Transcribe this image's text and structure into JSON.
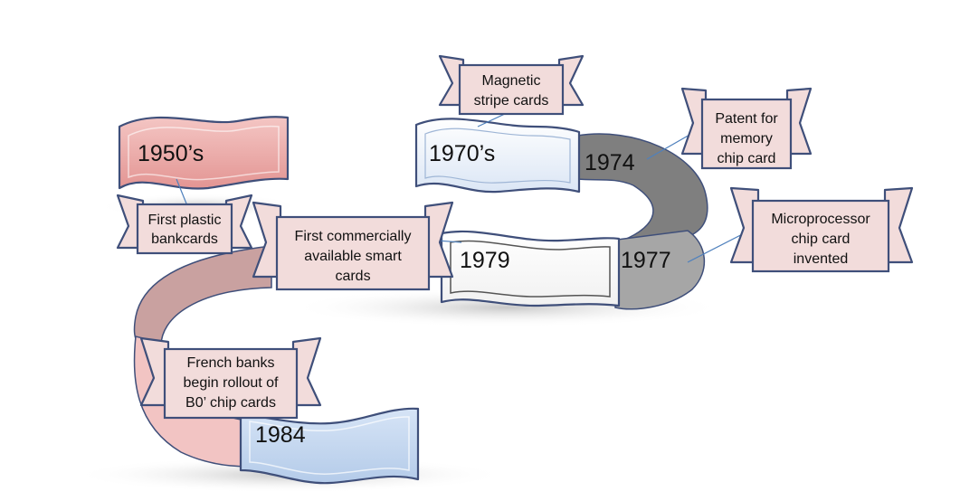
{
  "years": {
    "y1950": "1950’s",
    "y1970": "1970’s",
    "y1974": "1974",
    "y1977": "1977",
    "y1979": "1979",
    "y1984": "1984"
  },
  "events": {
    "first_plastic": [
      "First plastic",
      "bankcards"
    ],
    "magnetic_stripe": [
      "Magnetic",
      "stripe cards"
    ],
    "patent_memory": [
      "Patent for",
      "memory",
      "chip card"
    ],
    "microprocessor": [
      "Microprocessor",
      "chip card",
      "invented"
    ],
    "first_commercial": [
      "First commercially",
      "available smart",
      "cards"
    ],
    "french_banks": [
      "French banks",
      "begin rollout of",
      "B0’ chip cards"
    ]
  },
  "colors": {
    "ribbon_pink": "#e9a3a1",
    "ribbon_blue_light": "#e6effb",
    "ribbon_white": "#ffffff",
    "ribbon_blue": "#c6d9f1",
    "band_dark_gray": "#7f7f7f",
    "band_gray": "#a6a6a6",
    "band_mauve": "#c9a1a0",
    "band_pink": "#f2c4c3",
    "tag_fill": "#f2dcdb",
    "outline": "#3f4f7a"
  }
}
